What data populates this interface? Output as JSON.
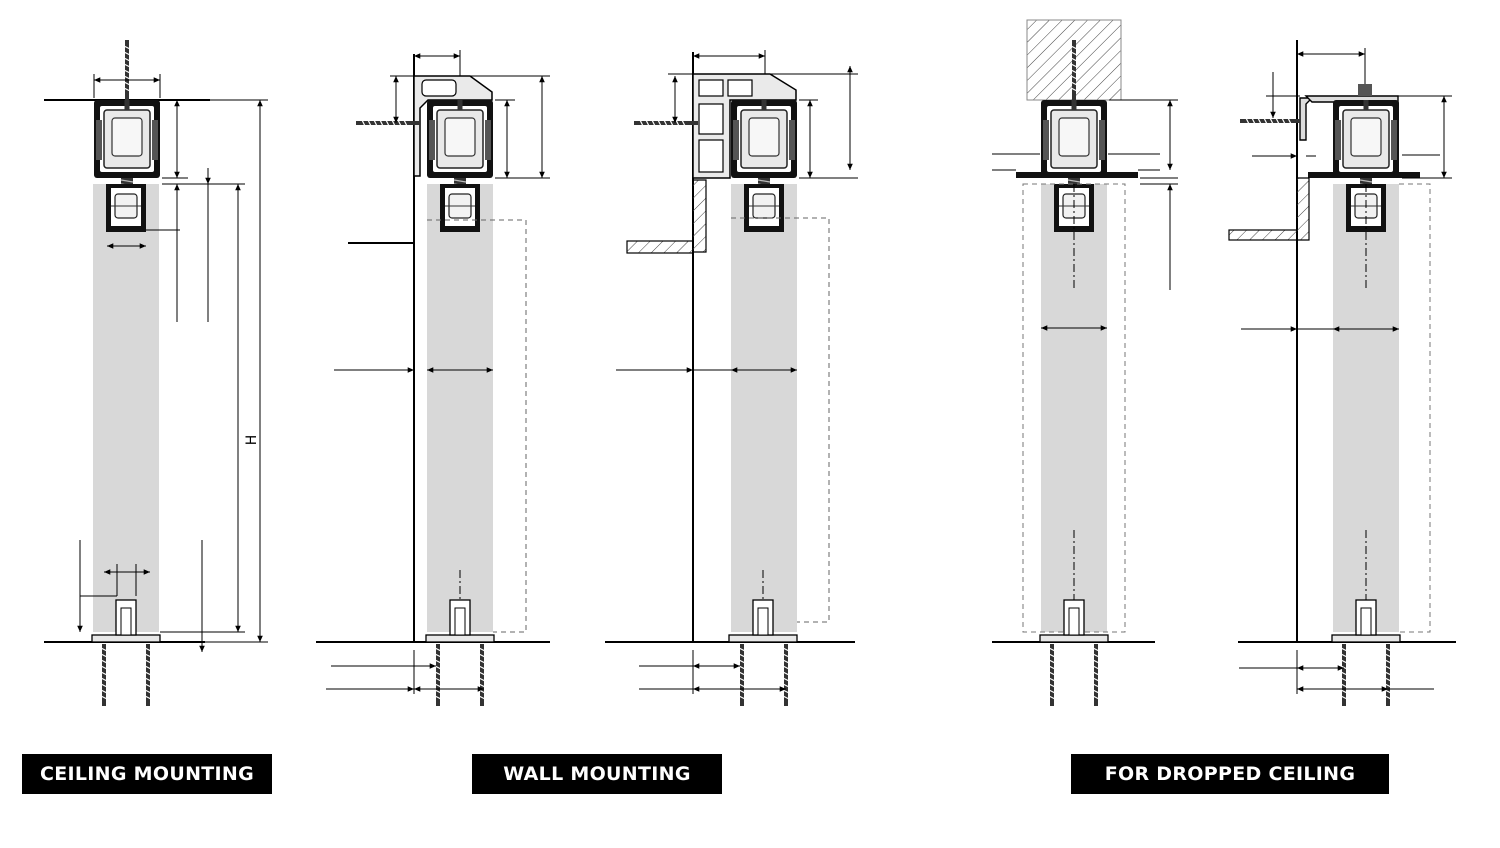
{
  "labels": {
    "ceiling_mounting": "CEILING MOUNTING",
    "wall_mounting": "WALL MOUNTING",
    "for_dropped_ceiling": "FOR DROPPED CEILING"
  },
  "dimensions": {
    "height_symbol": "H"
  },
  "colors": {
    "panel": "#d8d8d8",
    "track": "#111111",
    "trolley": "#eeeeee",
    "line": "#000000",
    "caption_bg": "#000000",
    "caption_text": "#ffffff"
  },
  "views": [
    {
      "id": "ceiling-mounting",
      "caption": "ceiling_mounting"
    },
    {
      "id": "wall-mounting-bracket",
      "caption": "wall_mounting"
    },
    {
      "id": "wall-mounting-profile",
      "caption": "wall_mounting"
    },
    {
      "id": "dropped-ceiling-beam",
      "caption": "for_dropped_ceiling"
    },
    {
      "id": "dropped-ceiling-bracket",
      "caption": "for_dropped_ceiling"
    }
  ]
}
